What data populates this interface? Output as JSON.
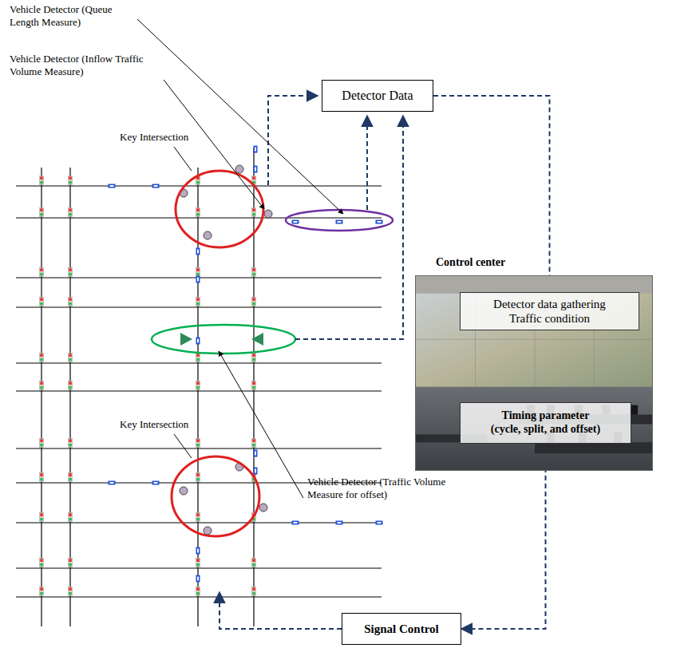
{
  "diagram": {
    "nodes": [
      {
        "text": [
          "Detector Data"
        ]
      },
      {
        "text": [
          "Control center"
        ]
      },
      {
        "text": [
          "Detector data gathering Traffic condition"
        ],
        "in": 1
      },
      {
        "text": [
          "Timing parameter (cycle, split, and offset)"
        ],
        "in": 1
      },
      {
        "text": [
          "Signal Control"
        ]
      }
    ],
    "edges": [
      {
        "from": 0,
        "to": 2,
        "arrow": "to"
      },
      {
        "from": 2,
        "to": 3,
        "arrow": "to"
      },
      {
        "from": 3,
        "to": 4,
        "arrow": "to"
      }
    ],
    "labels": [
      "Vehicle Detector (Queue Length Measure)",
      "Vehicle Detector (Inflow Traffic Volume Measure)",
      "Key Intersection",
      "Key Intersection",
      "Vehicle Detector (Traffic Volume Measure for offset)"
    ]
  }
}
